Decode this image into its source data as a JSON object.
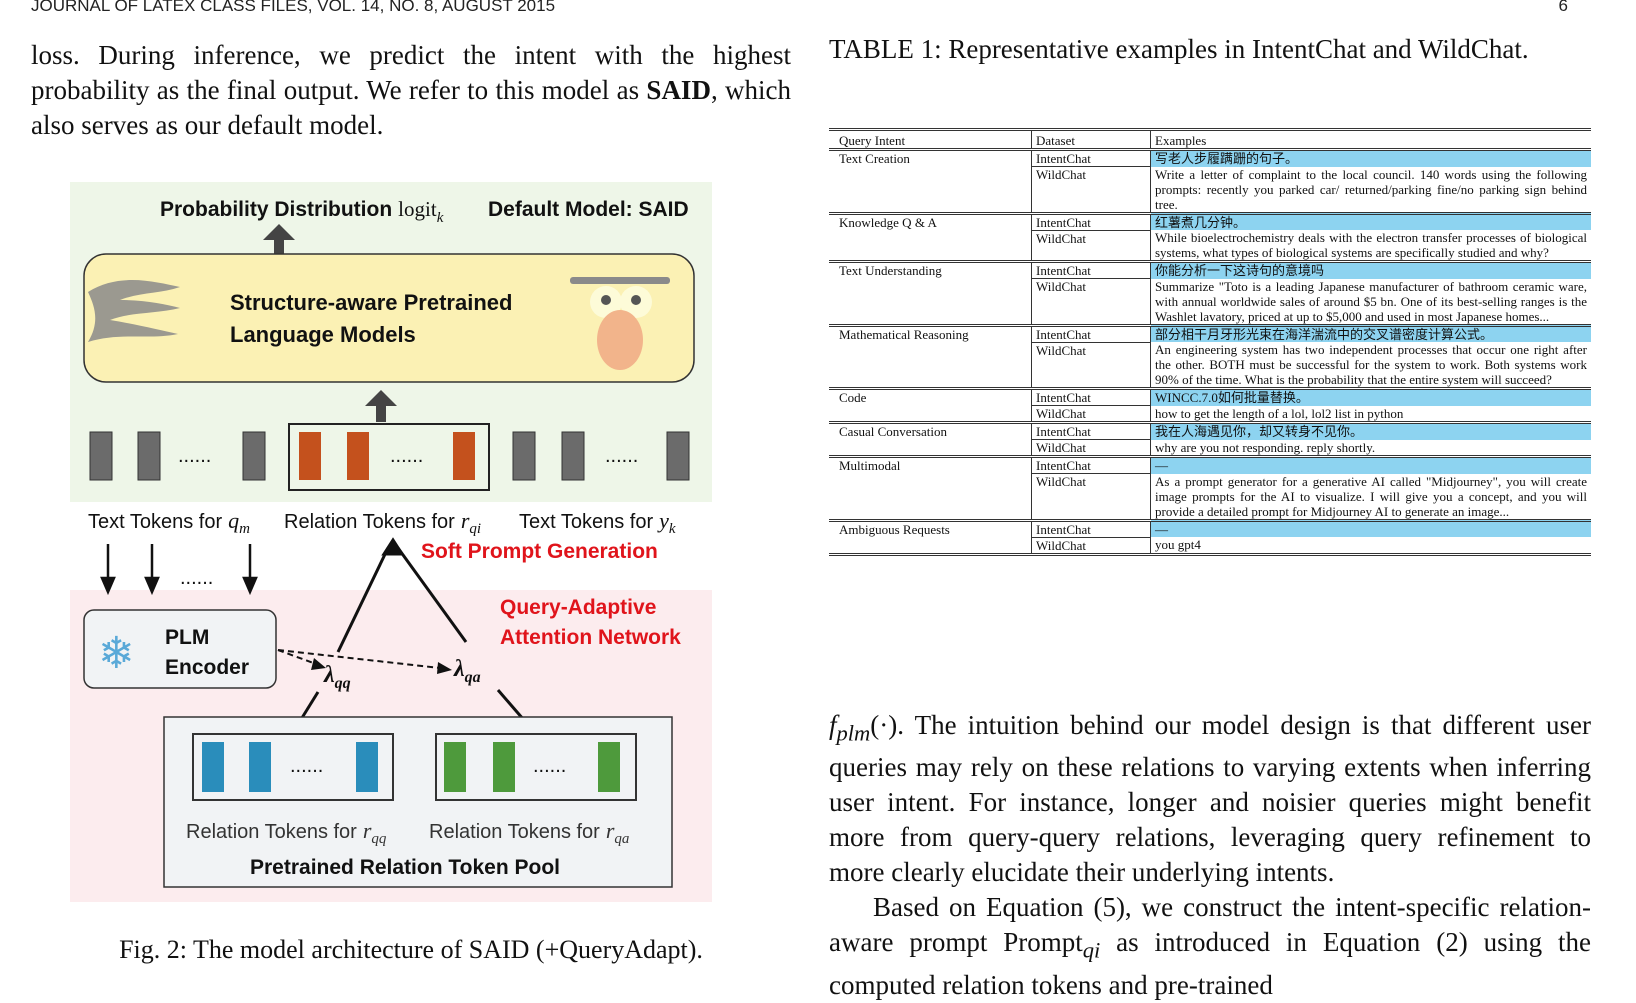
{
  "header": {
    "left": "JOURNAL OF LATEX CLASS FILES, VOL. 14, NO. 8, AUGUST 2015",
    "page_number": "6"
  },
  "left_column": {
    "para_start": "loss. During inference, we predict the intent with the highest probability as the final output. We refer to this model as ",
    "para_bold": "SAID",
    "para_end": ", which also serves as our default model."
  },
  "figure": {
    "top_label_prefix": "Probability Distribution",
    "top_label_logit": "logit",
    "top_label_sub": "k",
    "default_model": "Default Model: SAID",
    "plm_line1": "Structure-aware Pretrained",
    "plm_line2": "Language Models",
    "dots": "......",
    "text_tokens_qm": "Text Tokens for",
    "qm_var": "q",
    "qm_sub": "m",
    "relation_tokens": "Relation Tokens for",
    "rqi_var": "r",
    "rqi_sub": "qi",
    "text_tokens_yk": "Text Tokens for",
    "yk_var": "y",
    "yk_sub": "k",
    "soft_prompt": "Soft Prompt Generation",
    "qa_net_line1": "Query-Adaptive",
    "qa_net_line2": "Attention Network",
    "encoder_line1": "PLM",
    "encoder_line2": "Encoder",
    "lambda_qq_sub": "qq",
    "lambda_qa_sub": "qa",
    "rqq_label": "Relation Tokens for",
    "rqq_sub": "qq",
    "rqa_label": "Relation Tokens for",
    "rqa_sub": "qa",
    "pool_label": "Pretrained Relation Token Pool",
    "colors": {
      "top_bg": "#eef6e8",
      "bottom_bg": "#fcecee",
      "plm_fill": "#fbf1b4",
      "gray_token": "#6b6b6b",
      "orange_token": "#c4511d",
      "blue_token": "#2a8dbb",
      "green_token": "#4e9a3c",
      "red_text": "#e0141b"
    }
  },
  "figure_caption": "Fig. 2: The model architecture of SAID (+QueryAdapt).",
  "table_caption": "TABLE 1: Representative examples in IntentChat and WildChat.",
  "table": {
    "headers": [
      "Query Intent",
      "Dataset",
      "Examples"
    ],
    "groups": [
      {
        "intent": "Text Creation",
        "rows": [
          {
            "dataset": "IntentChat",
            "example": "写老人步履蹒跚的句子。"
          },
          {
            "dataset": "WildChat",
            "example": "Write a letter of complaint to the local council. 140 words using the following prompts: recently you parked car/ returned/parking fine/no parking sign behind tree."
          }
        ]
      },
      {
        "intent": "Knowledge Q & A",
        "rows": [
          {
            "dataset": "IntentChat",
            "example": "红薯煮几分钟。"
          },
          {
            "dataset": "WildChat",
            "example": "While bioelectrochemistry deals with the electron transfer processes of biological systems, what types of biological systems are specifically studied and why?"
          }
        ]
      },
      {
        "intent": "Text Understanding",
        "rows": [
          {
            "dataset": "IntentChat",
            "example": "你能分析一下这诗句的意境吗"
          },
          {
            "dataset": "WildChat",
            "example": "Summarize \"Toto is a leading Japanese manufacturer of bathroom ceramic ware, with annual worldwide sales of around $5 bn. One of its best-selling ranges is the Washlet lavatory, priced at up to $5,000 and used in most Japanese homes..."
          }
        ]
      },
      {
        "intent": "Mathematical Reasoning",
        "rows": [
          {
            "dataset": "IntentChat",
            "example": "部分相干月牙形光束在海洋湍流中的交叉谱密度计算公式。"
          },
          {
            "dataset": "WildChat",
            "example": "An engineering system has two independent processes that occur one right after the other. BOTH must be successful for the system to work. Both systems work 90% of the time. What is the probability that the entire system will succeed?"
          }
        ]
      },
      {
        "intent": "Code",
        "rows": [
          {
            "dataset": "IntentChat",
            "example": "WINCC.7.0如何批量替换。"
          },
          {
            "dataset": "WildChat",
            "example": "how to get the length of a lol, lol2 list in python"
          }
        ]
      },
      {
        "intent": "Casual Conversation",
        "rows": [
          {
            "dataset": "IntentChat",
            "example": "我在人海遇见你，却又转身不见你。"
          },
          {
            "dataset": "WildChat",
            "example": "why are you not responding. reply shortly."
          }
        ]
      },
      {
        "intent": "Multimodal",
        "rows": [
          {
            "dataset": "IntentChat",
            "example": "—"
          },
          {
            "dataset": "WildChat",
            "example": "As a prompt generator for a generative AI called \"Midjourney\", you will create image prompts for the AI to visualize. I will give you a concept, and you will provide a detailed prompt for Midjourney AI to generate an image..."
          }
        ]
      },
      {
        "intent": "Ambiguous Requests",
        "rows": [
          {
            "dataset": "IntentChat",
            "example": "—"
          },
          {
            "dataset": "WildChat",
            "example": "you gpt4"
          }
        ]
      }
    ]
  },
  "right_column": {
    "fplm_f": "f",
    "fplm_sub": "plm",
    "fplm_arg": "(·)",
    "para1_rest": ". The intuition behind our model design is that different user queries may rely on these relations to varying extents when inferring user intent. For instance, longer and noisier queries might benefit more from query-query relations, leveraging query refinement to more clearly elucidate their underlying intents.",
    "para2_start": "Based on Equation (5), we construct the intent-specific relation-aware prompt Prompt",
    "para2_sub": "qi",
    "para2_end": " as introduced in Equation (2) using the computed relation tokens and pre-trained"
  }
}
